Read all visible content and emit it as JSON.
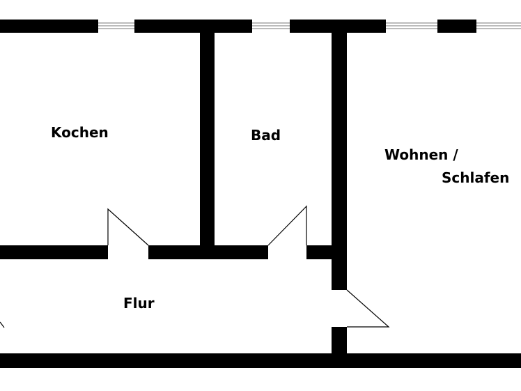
{
  "floor_plan": {
    "rooms": {
      "kitchen": "Kochen",
      "bathroom": "Bad",
      "living_line1": "Wohnen /",
      "living_line2": "Schlafen",
      "hallway": "Flur"
    },
    "colors": {
      "wall": "#000000",
      "background": "#ffffff",
      "window_line": "#777777"
    }
  }
}
